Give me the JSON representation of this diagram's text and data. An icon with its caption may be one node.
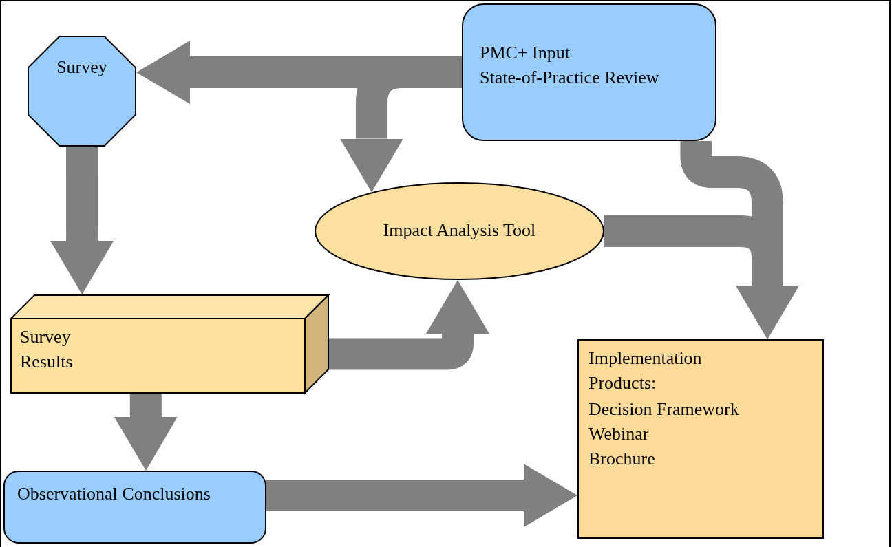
{
  "diagram": {
    "nodes": [
      {
        "text": [
          "Survey"
        ]
      },
      {
        "text": [
          "PMC+ Input",
          "State-of-Practice Review"
        ]
      },
      {
        "text": [
          "Impact Analysis Tool"
        ]
      },
      {
        "text": [
          "Survey Results"
        ]
      },
      {
        "text": [
          "Implementation Products:",
          "Decision Framework",
          "Webinar",
          "Brochure"
        ]
      },
      {
        "text": [
          "Observational Conclusions"
        ]
      }
    ],
    "edges": [
      {
        "from": 1,
        "to": 0,
        "arrow": "to"
      },
      {
        "from": 1,
        "to": 2,
        "arrow": "to"
      },
      {
        "from": 0,
        "to": 3,
        "arrow": "to"
      },
      {
        "from": 3,
        "to": 2,
        "arrow": "to"
      },
      {
        "from": 3,
        "to": 5,
        "arrow": "to"
      },
      {
        "from": 5,
        "to": 4,
        "arrow": "to"
      },
      {
        "from": 1,
        "to": 4,
        "arrow": "to"
      },
      {
        "from": 2,
        "to": 4,
        "arrow": "to"
      }
    ]
  }
}
